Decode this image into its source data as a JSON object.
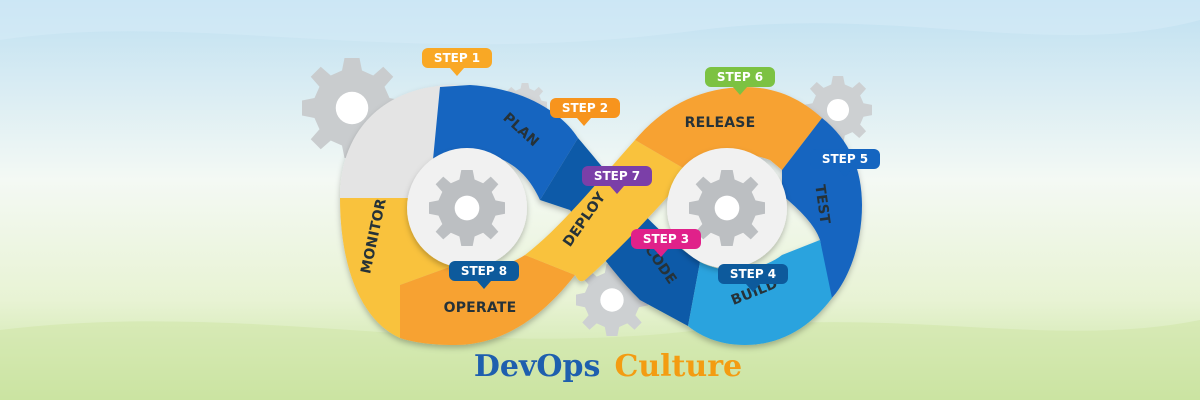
{
  "title": {
    "part1": "DevOps",
    "part2": "Culture"
  },
  "stages": [
    {
      "step": "STEP 1",
      "label": "PLAN"
    },
    {
      "step": "STEP 2",
      "label": "CODE"
    },
    {
      "step": "STEP 3",
      "label": "BUILD"
    },
    {
      "step": "STEP 4",
      "label": "TEST"
    },
    {
      "step": "STEP 5",
      "label": "RELEASE"
    },
    {
      "step": "STEP 6",
      "label": "DEPLOY"
    },
    {
      "step": "STEP 7",
      "label": "OPERATE"
    },
    {
      "step": "STEP 8",
      "label": "MONITOR"
    }
  ],
  "colors": {
    "blue": "#1565c0",
    "light_blue": "#29a3de",
    "orange": "#f7a233",
    "yellow": "#f9c23c",
    "gray": "#e4e4e4",
    "step1": "#f9a825",
    "step2": "#f7941d",
    "step3": "#e0218a",
    "step4": "#0d5a9c",
    "step5": "#1565c0",
    "step6": "#7cc242",
    "step7": "#7b3fa8",
    "step8": "#0d5a9c",
    "title_blue": "#1e5fae",
    "title_orange": "#f39c12"
  },
  "icons": [
    "gear-icon"
  ]
}
